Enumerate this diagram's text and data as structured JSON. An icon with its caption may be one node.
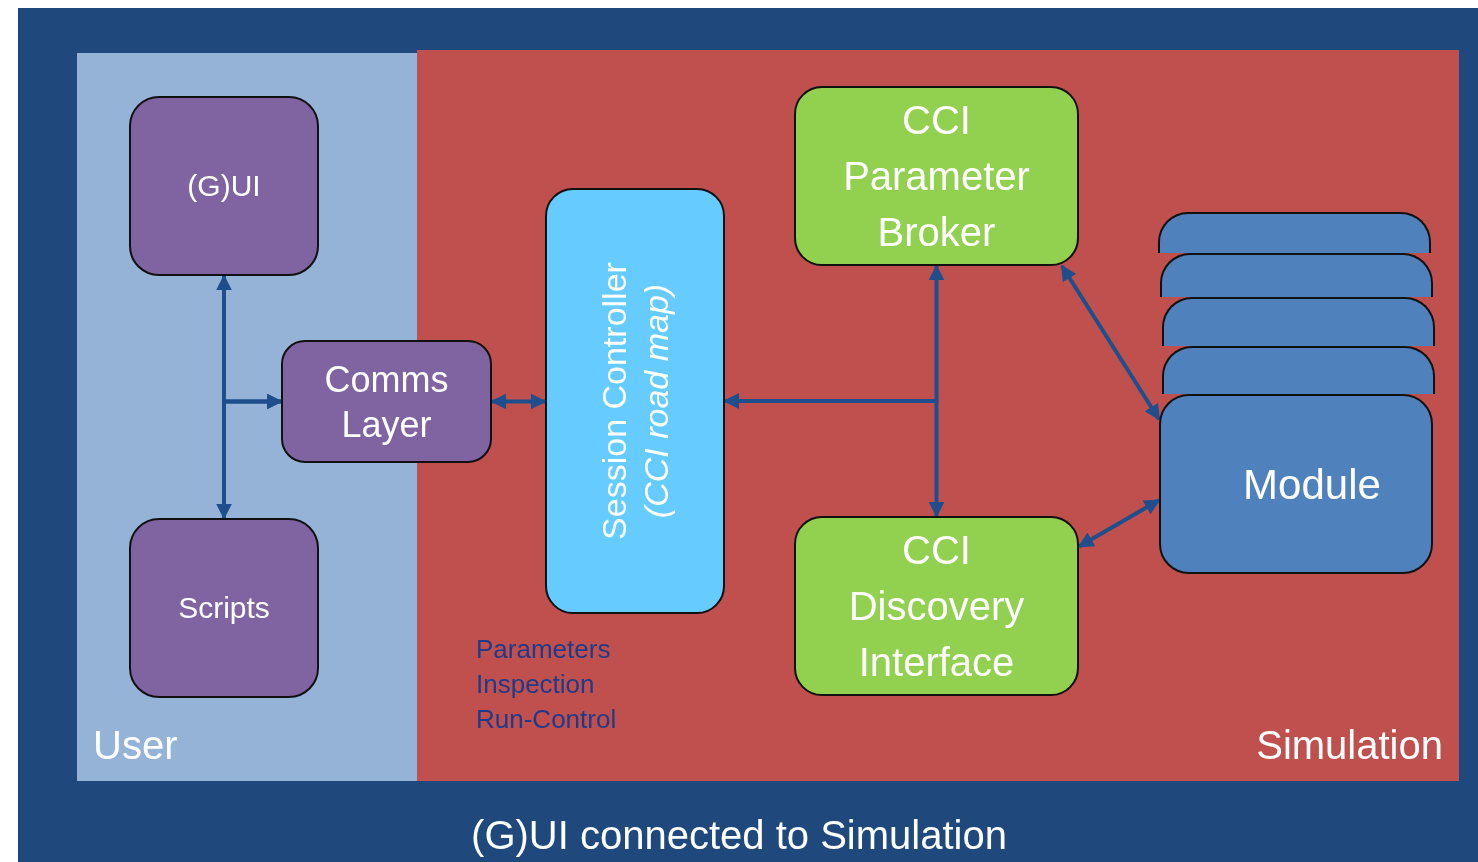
{
  "diagram": {
    "caption": "(G)UI connected to Simulation",
    "nodes": [
      {
        "text": [
          "User"
        ]
      },
      {
        "text": [
          "Simulation"
        ]
      },
      {
        "text": [
          "(G)UI"
        ],
        "in": 0
      },
      {
        "text": [
          "Scripts"
        ],
        "in": 0
      },
      {
        "text": [
          "Comms Layer"
        ]
      },
      {
        "text": [
          "Session Controller",
          "(CCI road map)"
        ],
        "in": 1
      },
      {
        "text": [
          "CCI Parameter Broker"
        ],
        "in": 1
      },
      {
        "text": [],
        "shape": "box",
        "in": 1
      },
      {
        "text": [],
        "shape": "box",
        "in": 1
      },
      {
        "text": [],
        "shape": "box",
        "in": 1
      },
      {
        "text": [],
        "shape": "box",
        "in": 1
      },
      {
        "text": [
          "Module"
        ],
        "in": 1
      },
      {
        "text": [
          "CCI Discovery Interface"
        ],
        "in": 1
      }
    ],
    "edges": [
      {
        "from": 4,
        "to": 2,
        "arrow": "both"
      },
      {
        "from": 4,
        "to": 3,
        "arrow": "both"
      },
      {
        "from": 4,
        "to": 5,
        "arrow": "both"
      },
      {
        "from": 6,
        "to": 5,
        "arrow": "both"
      },
      {
        "from": 12,
        "to": 5,
        "arrow": "both"
      },
      {
        "from": 6,
        "to": 11,
        "arrow": "both"
      },
      {
        "from": 12,
        "to": 11,
        "arrow": "both"
      }
    ],
    "labels": [
      "Parameters",
      "Inspection",
      "Run-Control"
    ]
  }
}
